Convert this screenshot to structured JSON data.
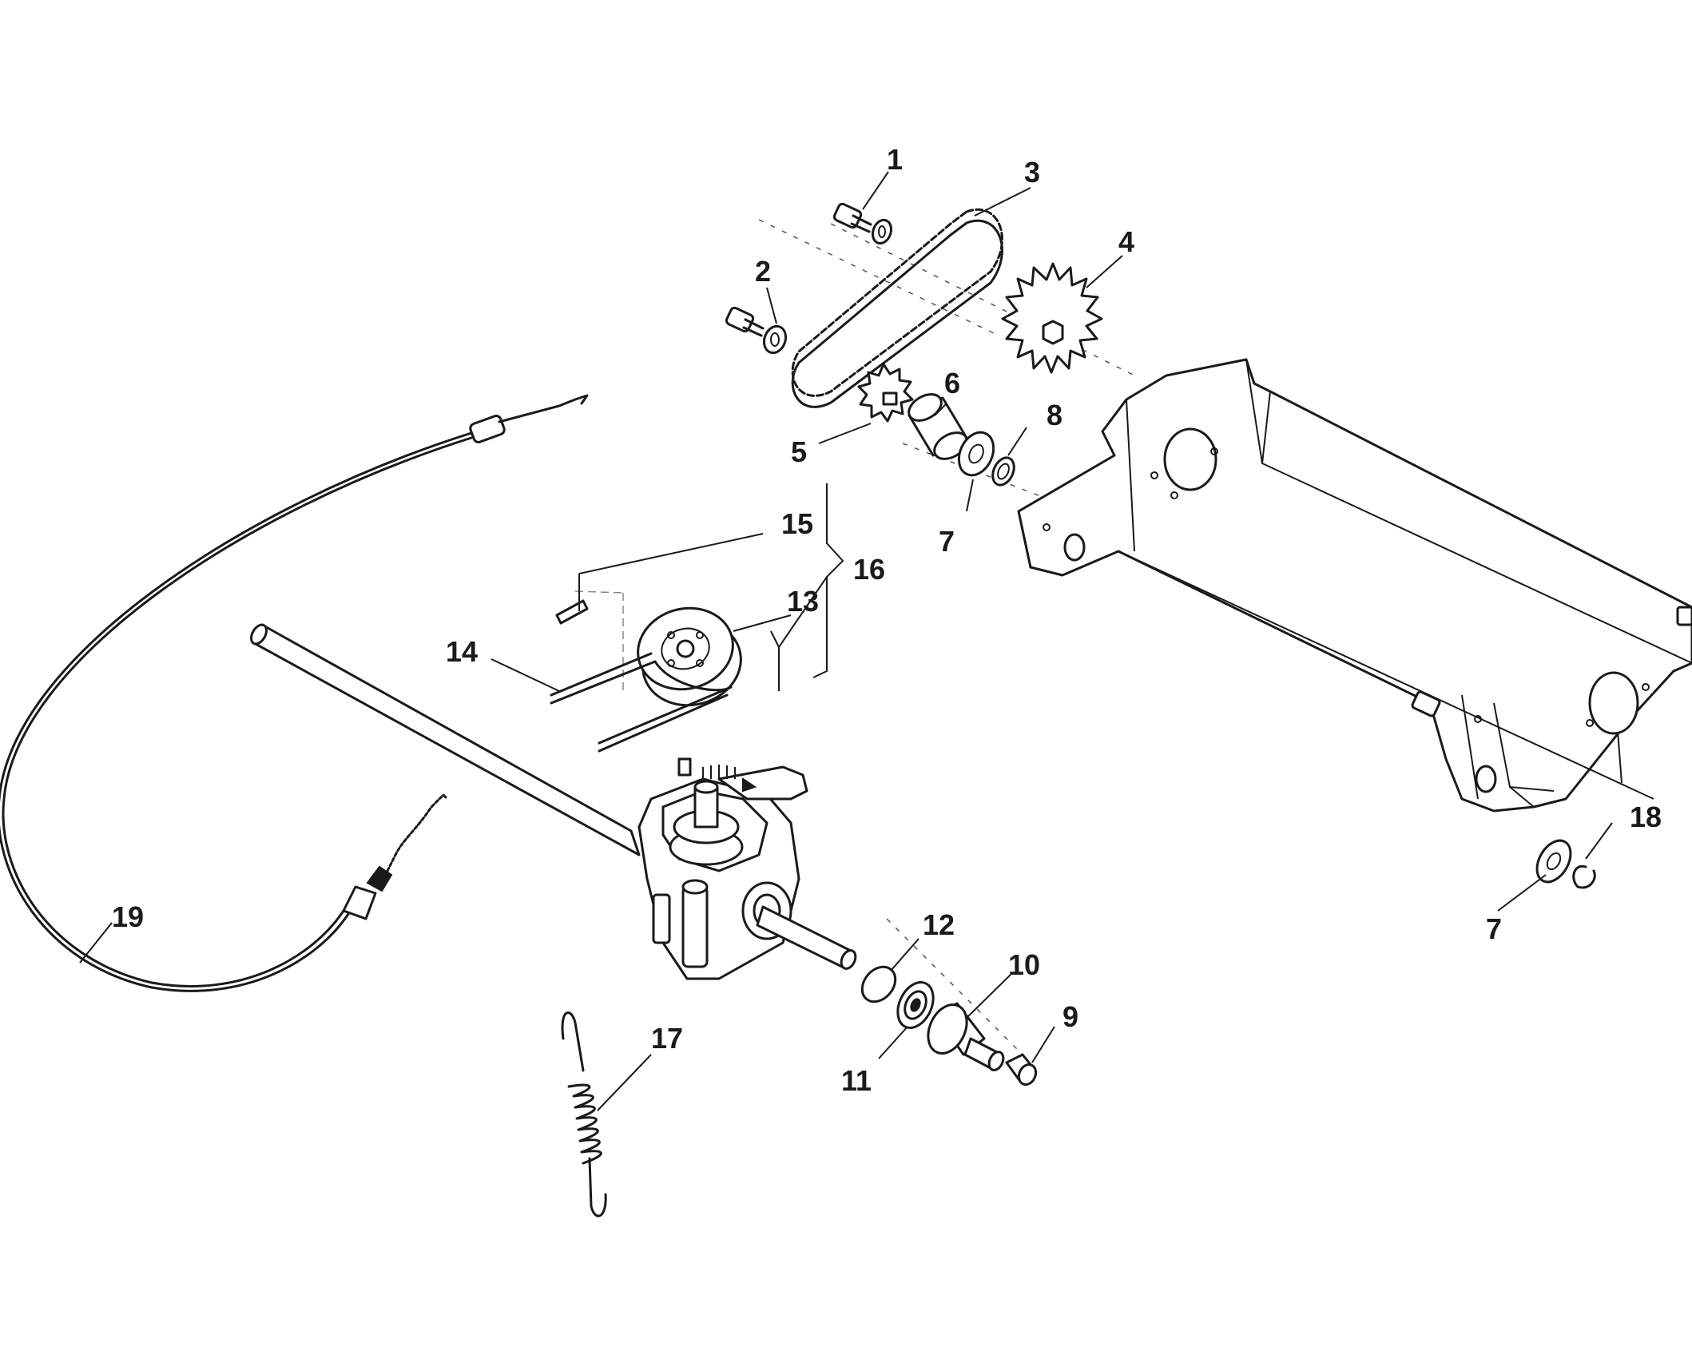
{
  "callouts": [
    {
      "id": "c1",
      "label": "1"
    },
    {
      "id": "c2",
      "label": "2"
    },
    {
      "id": "c3",
      "label": "3"
    },
    {
      "id": "c4",
      "label": "4"
    },
    {
      "id": "c5",
      "label": "5"
    },
    {
      "id": "c6",
      "label": "6"
    },
    {
      "id": "c7a",
      "label": "7"
    },
    {
      "id": "c8",
      "label": "8"
    },
    {
      "id": "c15",
      "label": "15"
    },
    {
      "id": "c16",
      "label": "16"
    },
    {
      "id": "c13",
      "label": "13"
    },
    {
      "id": "c14",
      "label": "14"
    },
    {
      "id": "c18",
      "label": "18"
    },
    {
      "id": "c7b",
      "label": "7"
    },
    {
      "id": "c19",
      "label": "19"
    },
    {
      "id": "c12",
      "label": "12"
    },
    {
      "id": "c10",
      "label": "10"
    },
    {
      "id": "c9",
      "label": "9"
    },
    {
      "id": "c11",
      "label": "11"
    },
    {
      "id": "c17",
      "label": "17"
    }
  ]
}
